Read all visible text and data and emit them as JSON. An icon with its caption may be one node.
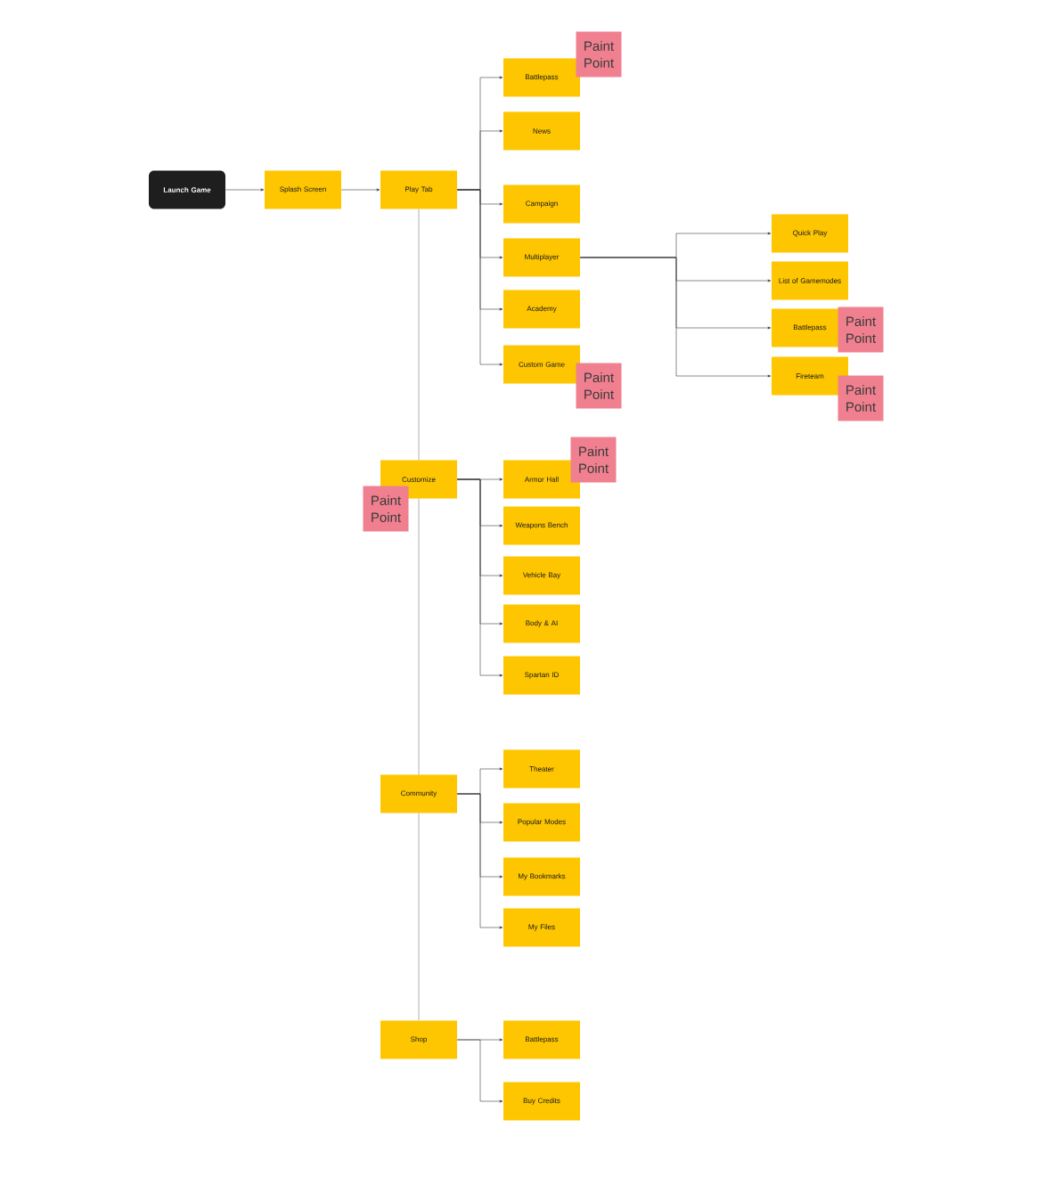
{
  "diagram": {
    "nodes": [
      {
        "text": [
          "Launch Game"
        ]
      },
      {
        "text": [
          "Splash Screen"
        ]
      },
      {
        "text": [
          "Play Tab"
        ]
      },
      {
        "text": [
          "Battlepass"
        ]
      },
      {
        "text": [
          "Paint Point"
        ]
      },
      {
        "text": [
          "News"
        ]
      },
      {
        "text": [
          "Campaign"
        ]
      },
      {
        "text": [
          "Multiplayer"
        ]
      },
      {
        "text": [
          "Academy"
        ]
      },
      {
        "text": [
          "Custom Game"
        ]
      },
      {
        "text": [
          "Paint Point"
        ]
      },
      {
        "text": [
          "Quick Play"
        ]
      },
      {
        "text": [
          "List of Gamemodes"
        ]
      },
      {
        "text": [
          "Battlepass"
        ]
      },
      {
        "text": [
          "Paint Point"
        ]
      },
      {
        "text": [
          "Fireteam"
        ]
      },
      {
        "text": [
          "Paint Point"
        ]
      },
      {
        "text": [
          "Customize"
        ]
      },
      {
        "text": [
          "Paint Point"
        ]
      },
      {
        "text": [
          "Armor Hall"
        ]
      },
      {
        "text": [
          "Paint Point"
        ]
      },
      {
        "text": [
          "Weapons Bench"
        ]
      },
      {
        "text": [
          "Vehicle Bay"
        ]
      },
      {
        "text": [
          "Body & AI"
        ]
      },
      {
        "text": [
          "Spartan ID"
        ]
      },
      {
        "text": [
          "Community"
        ]
      },
      {
        "text": [
          "Theater"
        ]
      },
      {
        "text": [
          "Popular Modes"
        ]
      },
      {
        "text": [
          "My Bookmarks"
        ]
      },
      {
        "text": [
          "My Files"
        ]
      },
      {
        "text": [
          "Shop"
        ]
      },
      {
        "text": [
          "Battlepass"
        ]
      },
      {
        "text": [
          "Buy Credits"
        ]
      }
    ],
    "edges": [
      {
        "from": 0,
        "to": 1,
        "arrow": "to"
      },
      {
        "from": 1,
        "to": 2,
        "arrow": "to"
      },
      {
        "from": 2,
        "to": 3,
        "arrow": "to"
      },
      {
        "from": 2,
        "to": 5,
        "arrow": "to"
      },
      {
        "from": 2,
        "to": 6,
        "arrow": "to"
      },
      {
        "from": 2,
        "to": 7,
        "arrow": "to"
      },
      {
        "from": 2,
        "to": 8,
        "arrow": "to"
      },
      {
        "from": 2,
        "to": 9,
        "arrow": "to"
      },
      {
        "from": 7,
        "to": 11,
        "arrow": "to"
      },
      {
        "from": 7,
        "to": 12,
        "arrow": "to"
      },
      {
        "from": 7,
        "to": 13,
        "arrow": "to"
      },
      {
        "from": 7,
        "to": 15,
        "arrow": "to"
      },
      {
        "from": 2,
        "to": 17,
        "arrow": "none",
        "color": "#a8a8a8"
      },
      {
        "from": 17,
        "to": 25,
        "arrow": "none",
        "color": "#a8a8a8"
      },
      {
        "from": 25,
        "to": 30,
        "arrow": "none",
        "color": "#a8a8a8"
      },
      {
        "from": 17,
        "to": 19,
        "arrow": "to"
      },
      {
        "from": 17,
        "to": 21,
        "arrow": "to"
      },
      {
        "from": 17,
        "to": 22,
        "arrow": "to"
      },
      {
        "from": 17,
        "to": 23,
        "arrow": "to"
      },
      {
        "from": 17,
        "to": 24,
        "arrow": "to"
      },
      {
        "from": 25,
        "to": 26,
        "arrow": "to"
      },
      {
        "from": 25,
        "to": 27,
        "arrow": "to"
      },
      {
        "from": 25,
        "to": 28,
        "arrow": "to"
      },
      {
        "from": 25,
        "to": 29,
        "arrow": "to"
      },
      {
        "from": 30,
        "to": 31,
        "arrow": "to"
      },
      {
        "from": 30,
        "to": 32,
        "arrow": "to"
      }
    ]
  }
}
